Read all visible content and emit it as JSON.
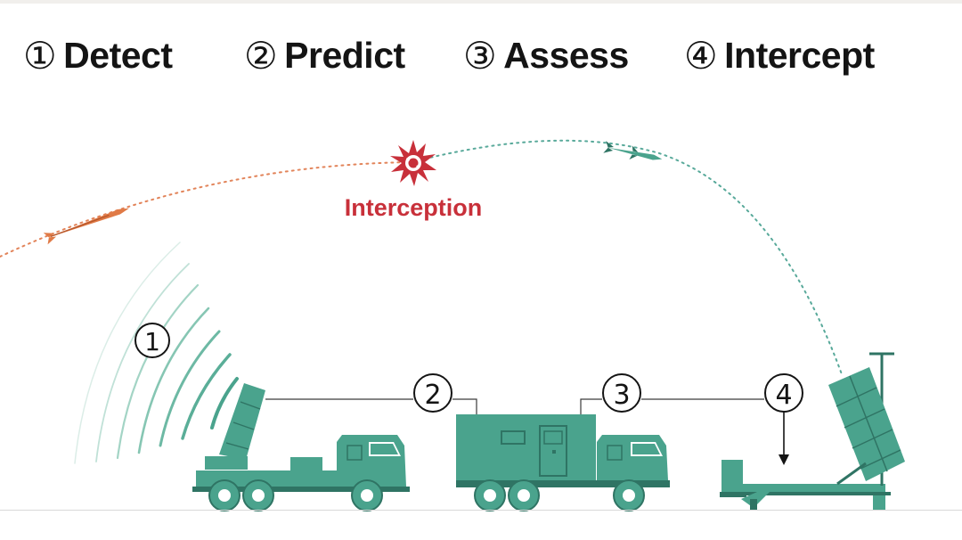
{
  "steps": [
    {
      "num": "①",
      "label": "Detect"
    },
    {
      "num": "②",
      "label": "Predict"
    },
    {
      "num": "③",
      "label": "Assess"
    },
    {
      "num": "④",
      "label": "Intercept"
    }
  ],
  "callouts": [
    "1",
    "2",
    "3",
    "4"
  ],
  "interception_label": "Interception",
  "colors": {
    "vehicle": "#4aa38d",
    "vehicle_dark": "#2f7464",
    "threat_path": "#e2845a",
    "threat_missile": "#e07a46",
    "interceptor_path": "#58a99a",
    "interception": "#c8303a",
    "text": "#141414"
  }
}
